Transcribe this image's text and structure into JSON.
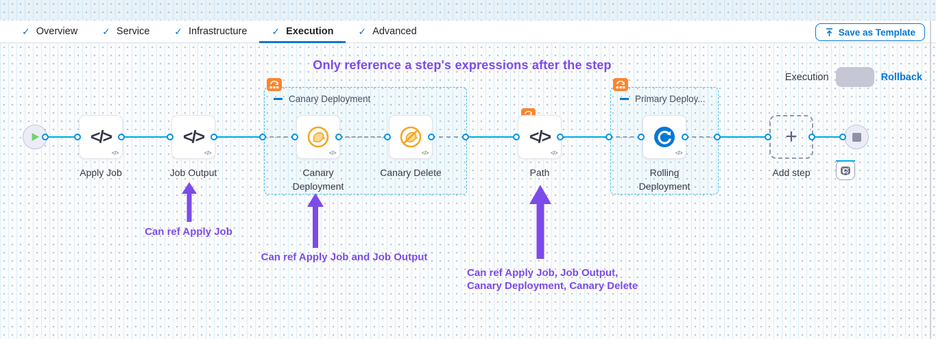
{
  "tabs": {
    "items": [
      {
        "label": "Overview"
      },
      {
        "label": "Service"
      },
      {
        "label": "Infrastructure"
      },
      {
        "label": "Execution"
      },
      {
        "label": "Advanced"
      }
    ],
    "save_button": "Save as Template"
  },
  "toolbar": {
    "mode_label": "Execution",
    "rollback_label": "Rollback"
  },
  "annotations": {
    "title": "Only reference a step's expressions after the step",
    "note1": "Can ref Apply Job",
    "note2": "Can ref Apply Job and Job Output",
    "note3_line1": "Can ref Apply Job, Job Output,",
    "note3_line2": "Canary Deployment, Canary Delete"
  },
  "pipeline": {
    "steps": {
      "apply_job": "Apply Job",
      "job_output": "Job Output",
      "canary_deployment": "Canary Deployment",
      "canary_delete": "Canary Delete",
      "path": "Path",
      "rolling_deployment": "Rolling Deployment",
      "add_step": "Add step"
    },
    "groups": {
      "canary": "Canary Deployment",
      "primary": "Primary Deploy..."
    },
    "glyphs": {
      "code": "</>",
      "mini_code": "</>",
      "plus": "+"
    }
  },
  "colors": {
    "accent_blue": "#0278d5",
    "line_blue": "#00ade4",
    "purple": "#7c4bea",
    "orange_badge": "#ff832b",
    "canary_orange": "#f5a623"
  }
}
